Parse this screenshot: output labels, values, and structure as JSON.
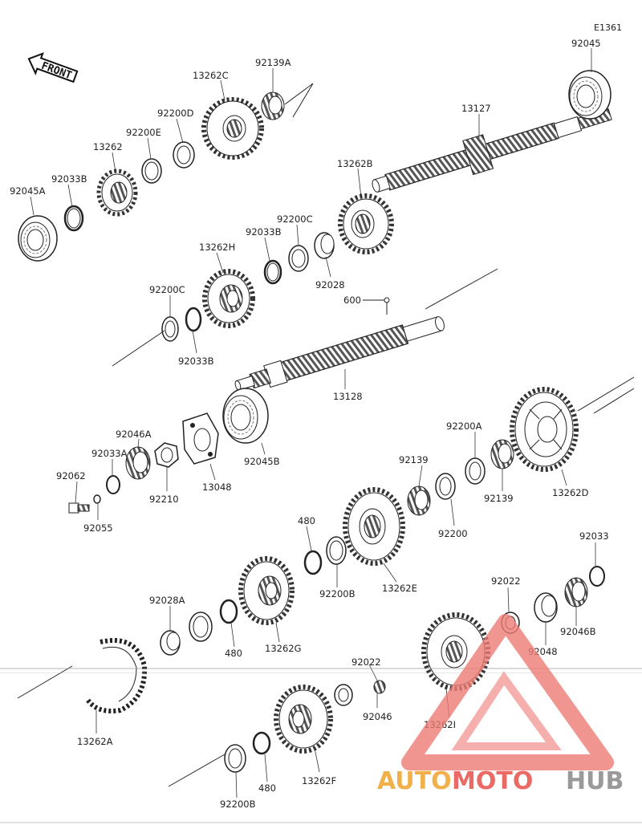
{
  "diagram": {
    "code": "E1361",
    "direction_label": "FRONT",
    "watermark": {
      "part1": "AUTO",
      "part2": "MOTO",
      "part3": "HUB"
    },
    "labels": {
      "l_92045": "92045",
      "l_92139A": "92139A",
      "l_13262C": "13262C",
      "l_92200D": "92200D",
      "l_92200E": "92200E",
      "l_13262": "13262",
      "l_92033B_a": "92033B",
      "l_92045A": "92045A",
      "l_13127": "13127",
      "l_13262B": "13262B",
      "l_92200C_a": "92200C",
      "l_92033B_b": "92033B",
      "l_13262H": "13262H",
      "l_92028": "92028",
      "l_92200C_b": "92200C",
      "l_92033B_c": "92033B",
      "l_600": "600",
      "l_13128": "13128",
      "l_92046A": "92046A",
      "l_92033A": "92033A",
      "l_92062": "92062",
      "l_92055": "92055",
      "l_92210": "92210",
      "l_13048": "13048",
      "l_92045B": "92045B",
      "l_92200A": "92200A",
      "l_92139_a": "92139",
      "l_92139_b": "92139",
      "l_92200": "92200",
      "l_13262D": "13262D",
      "l_480_a": "480",
      "l_92200B_a": "92200B",
      "l_13262E": "13262E",
      "l_92033": "92033",
      "l_92022_a": "92022",
      "l_92046B": "92046B",
      "l_92048": "92048",
      "l_92028A": "92028A",
      "l_480_b": "480",
      "l_13262G": "13262G",
      "l_92022_b": "92022",
      "l_92046": "92046",
      "l_13262I": "13262I",
      "l_13262A": "13262A",
      "l_13262F": "13262F",
      "l_480_c": "480",
      "l_92200B_b": "92200B"
    }
  }
}
